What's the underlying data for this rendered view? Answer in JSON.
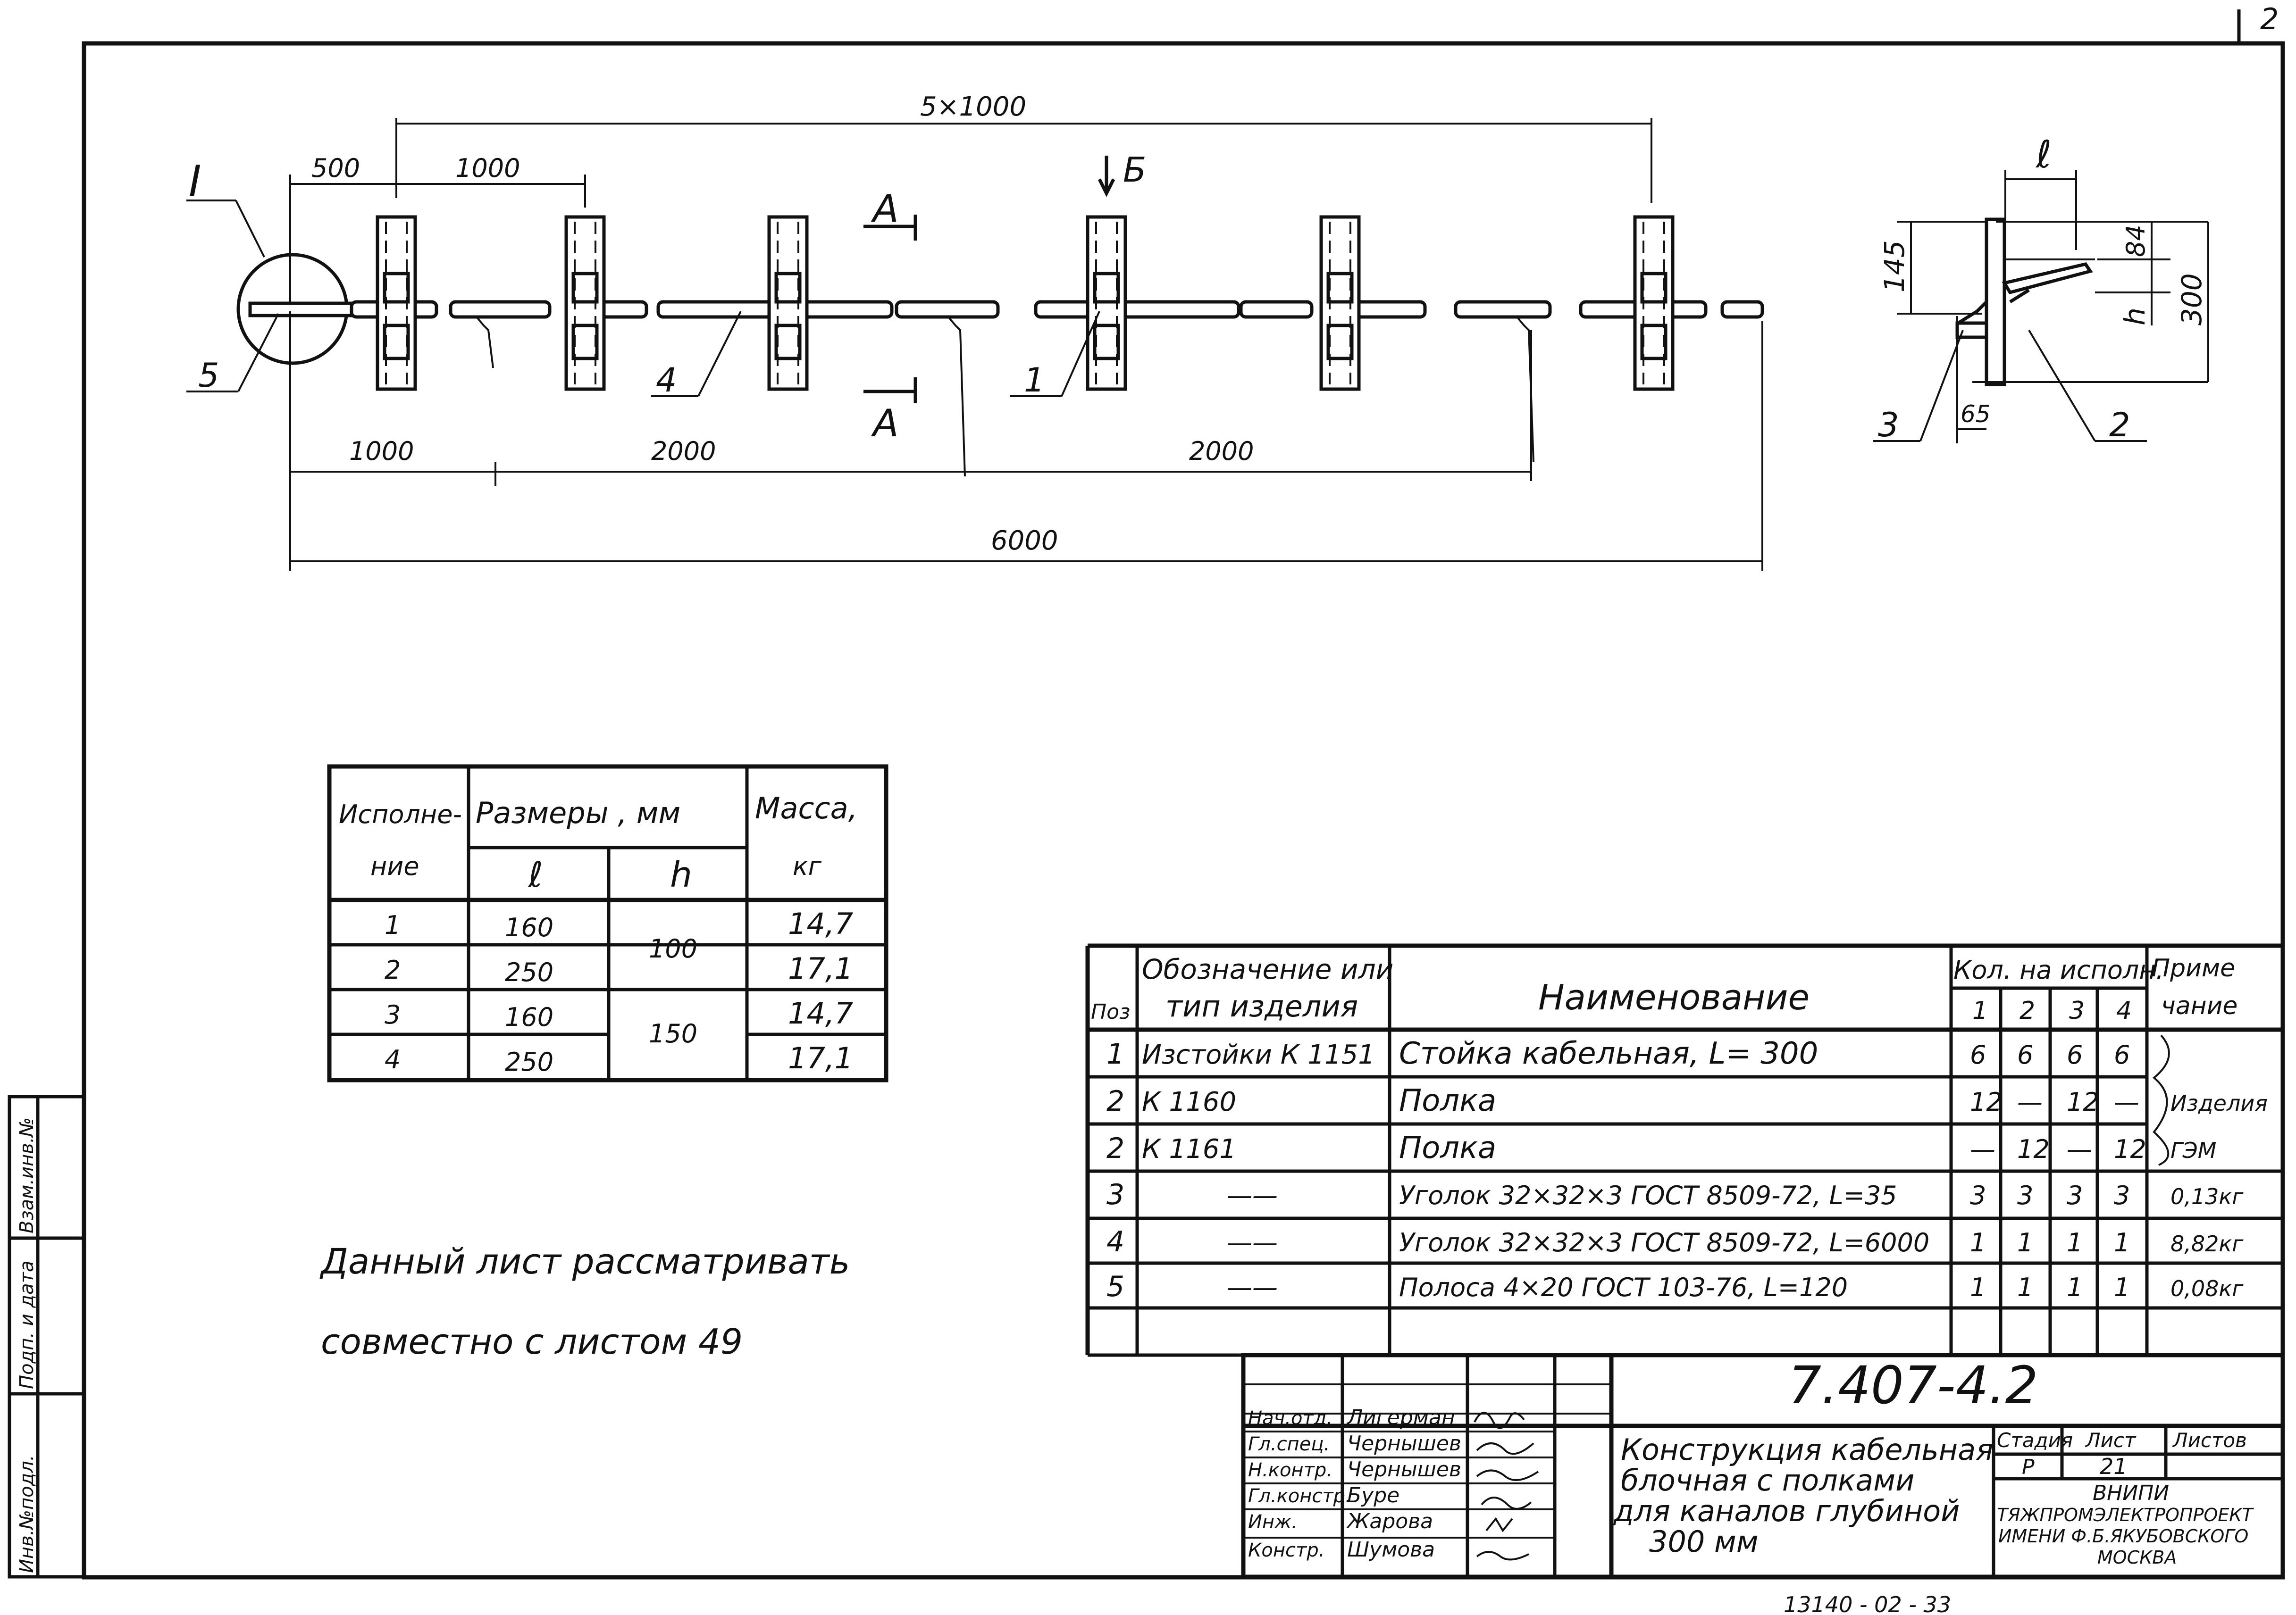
{
  "drawing": {
    "sheet_corner": "2",
    "detail_mark": "I",
    "dimensions": {
      "overall_span": "5×1000",
      "d500": "500",
      "d1000_top": "1000",
      "d1000_bottom": "1000",
      "d2000_a": "2000",
      "d2000_b": "2000",
      "d6000": "6000"
    },
    "section_labels": {
      "a_top": "А",
      "a_bottom": "А",
      "b": "Б"
    },
    "callouts": {
      "p1": "1",
      "p4": "4",
      "p5": "5"
    },
    "section_view": {
      "l": "ℓ",
      "d145": "145",
      "d84": "84",
      "h": "h",
      "d300": "300",
      "d65": "65",
      "p2": "2",
      "p3": "3"
    }
  },
  "sizes_table": {
    "headers": {
      "variant_1": "Исполне-",
      "variant_2": "ние",
      "dims": "Размеры , мм",
      "mass_1": "Масса,",
      "mass_2": "кг",
      "l": "ℓ",
      "h": "h"
    },
    "rows": [
      {
        "v": "1",
        "l": "160",
        "h": "100",
        "m": "14,7"
      },
      {
        "v": "2",
        "l": "250",
        "h": "",
        "m": "17,1"
      },
      {
        "v": "3",
        "l": "160",
        "h": "150",
        "m": "14,7"
      },
      {
        "v": "4",
        "l": "250",
        "h": "",
        "m": "17,1"
      }
    ]
  },
  "note": {
    "line1": "Данный лист рассматривать",
    "line2": "совместно с листом 49"
  },
  "spec_table": {
    "headers": {
      "pos": "Поз",
      "desig_1": "Обозначение или",
      "desig_2": "тип изделия",
      "name": "Наименование",
      "qty": "Кол. на исполн.",
      "q1": "1",
      "q2": "2",
      "q3": "3",
      "q4": "4",
      "note_1": "Приме",
      "note_2": "чание"
    },
    "rows": [
      {
        "pos": "1",
        "desig": "Изстойки К 1151",
        "name": "Стойка кабельная, L= 300",
        "q": [
          "6",
          "6",
          "6",
          "6"
        ],
        "note": ""
      },
      {
        "pos": "2",
        "desig": "К 1160",
        "name": "Полка",
        "q": [
          "12",
          "—",
          "12",
          "—"
        ],
        "note": "Изделия"
      },
      {
        "pos": "2",
        "desig": "К 1161",
        "name": "Полка",
        "q": [
          "—",
          "12",
          "—",
          "12"
        ],
        "note": "ГЭМ"
      },
      {
        "pos": "3",
        "desig": "——",
        "name": "Уголок 32×32×3 ГОСТ 8509-72, L=35",
        "q": [
          "3",
          "3",
          "3",
          "3"
        ],
        "note": "0,13кг"
      },
      {
        "pos": "4",
        "desig": "——",
        "name": "Уголок 32×32×3 ГОСТ 8509-72, L=6000",
        "q": [
          "1",
          "1",
          "1",
          "1"
        ],
        "note": "8,82кг"
      },
      {
        "pos": "5",
        "desig": "——",
        "name": "Полоса 4×20 ГОСТ 103-76, L=120",
        "q": [
          "1",
          "1",
          "1",
          "1"
        ],
        "note": "0,08кг"
      }
    ]
  },
  "title_block": {
    "doc_number": "7.407-4.2",
    "title_1": "Конструкция кабельная",
    "title_2": "блочная с полками",
    "title_3": "для каналов глубиной",
    "title_4": "300 мм",
    "stage_h": "Стадия",
    "sheet_h": "Лист",
    "sheets_h": "Листов",
    "stage": "Р",
    "sheet": "21",
    "sheets": "",
    "org_1": "ВНИПИ",
    "org_2": "ТЯЖПРОМЭЛЕКТРОПРОЕКТ",
    "org_3": "ИМЕНИ Ф.Б.ЯКУБОВСКОГО",
    "org_4": "МОСКВА",
    "staff": [
      {
        "role": "Нач.отд.",
        "name": "Лигерман"
      },
      {
        "role": "Гл.спец.",
        "name": "Чернышев"
      },
      {
        "role": "Н.контр.",
        "name": "Чернышев"
      },
      {
        "role": "Гл.констр.",
        "name": "Буре"
      },
      {
        "role": "Инж.",
        "name": "Жарова"
      },
      {
        "role": "Констр.",
        "name": "Шумова"
      }
    ]
  },
  "side_stamp": {
    "inv_no": "Инв.№подл.",
    "sign_date": "Подп. и дата",
    "replace": "Взам.инв.№"
  },
  "footer_code": "13140 - 02 - 33"
}
